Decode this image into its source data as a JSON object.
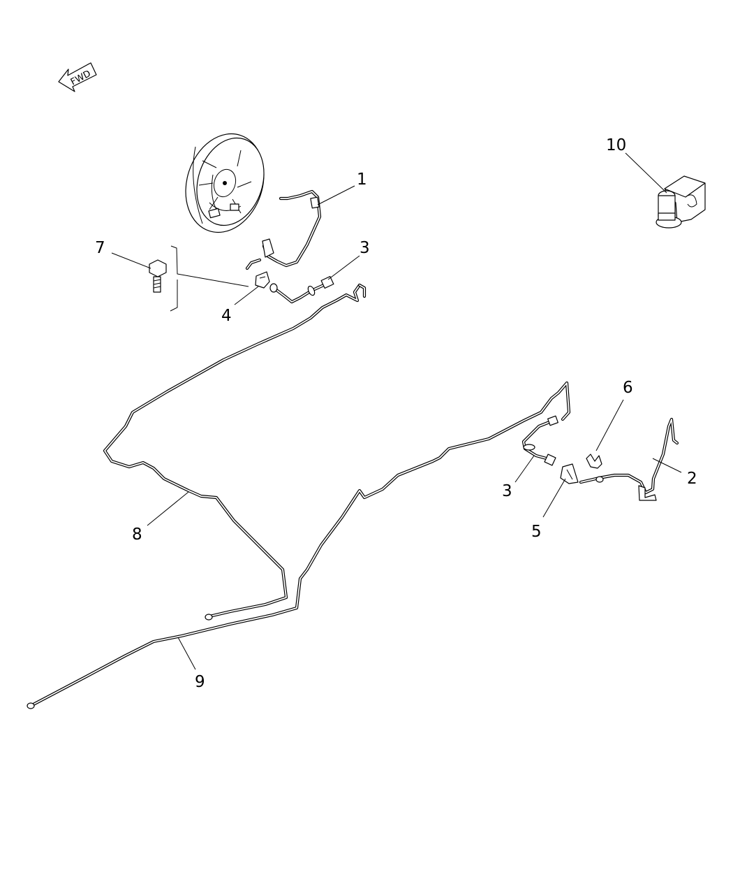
{
  "direction_arrow": {
    "label": "FWD"
  },
  "callouts": [
    {
      "id": "c1",
      "number": "1"
    },
    {
      "id": "c2",
      "number": "2"
    },
    {
      "id": "c3a",
      "number": "3"
    },
    {
      "id": "c3b",
      "number": "3"
    },
    {
      "id": "c4",
      "number": "4"
    },
    {
      "id": "c5",
      "number": "5"
    },
    {
      "id": "c6",
      "number": "6"
    },
    {
      "id": "c7",
      "number": "7"
    },
    {
      "id": "c8",
      "number": "8"
    },
    {
      "id": "c9",
      "number": "9"
    },
    {
      "id": "c10",
      "number": "10"
    }
  ]
}
